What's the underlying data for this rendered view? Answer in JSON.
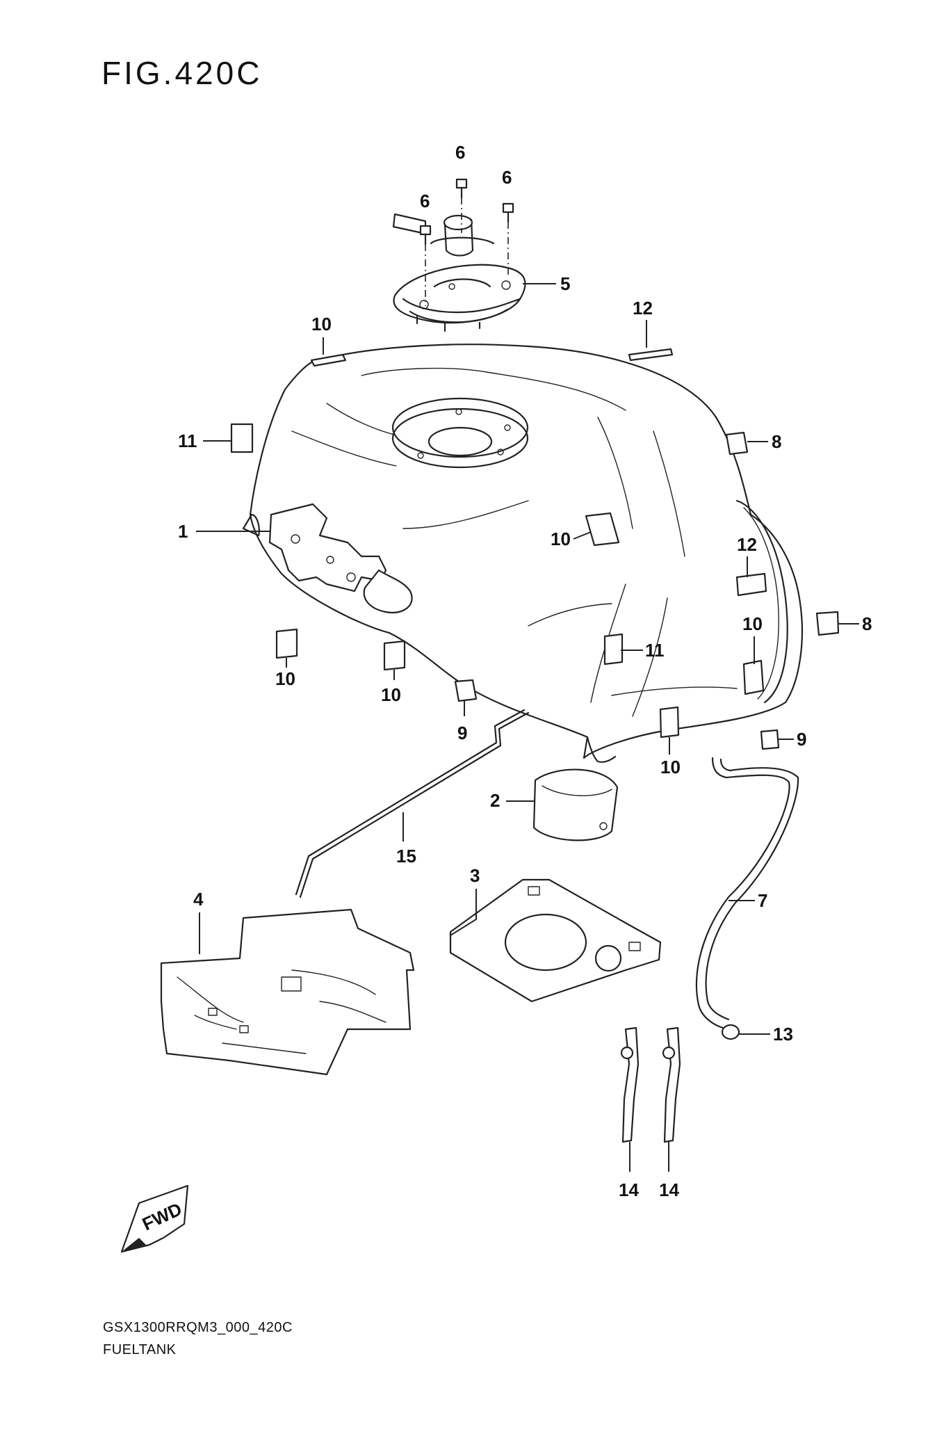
{
  "figure": {
    "title": "FIG.420C"
  },
  "footer": {
    "model_code": "GSX1300RRQM3_000_420C",
    "section_name": "FUELTANK"
  },
  "fwd_arrow": {
    "label": "FWD",
    "icon": "fwd-arrow-icon"
  },
  "callouts": {
    "c6a": "6",
    "c6b": "6",
    "c6c": "6",
    "c5": "5",
    "c10_top": "10",
    "c12_top": "12",
    "c11_left": "11",
    "c8_upper": "8",
    "c1": "1",
    "c10_mid": "10",
    "c12_mid": "12",
    "c8_lower": "8",
    "c10_right": "10",
    "c11_mid": "11",
    "c10_low1": "10",
    "c10_low2": "10",
    "c9_left": "9",
    "c9_right": "9",
    "c10_bottom": "10",
    "c2": "2",
    "c15": "15",
    "c3": "3",
    "c4": "4",
    "c7": "7",
    "c13": "13",
    "c14a": "14",
    "c14b": "14"
  }
}
